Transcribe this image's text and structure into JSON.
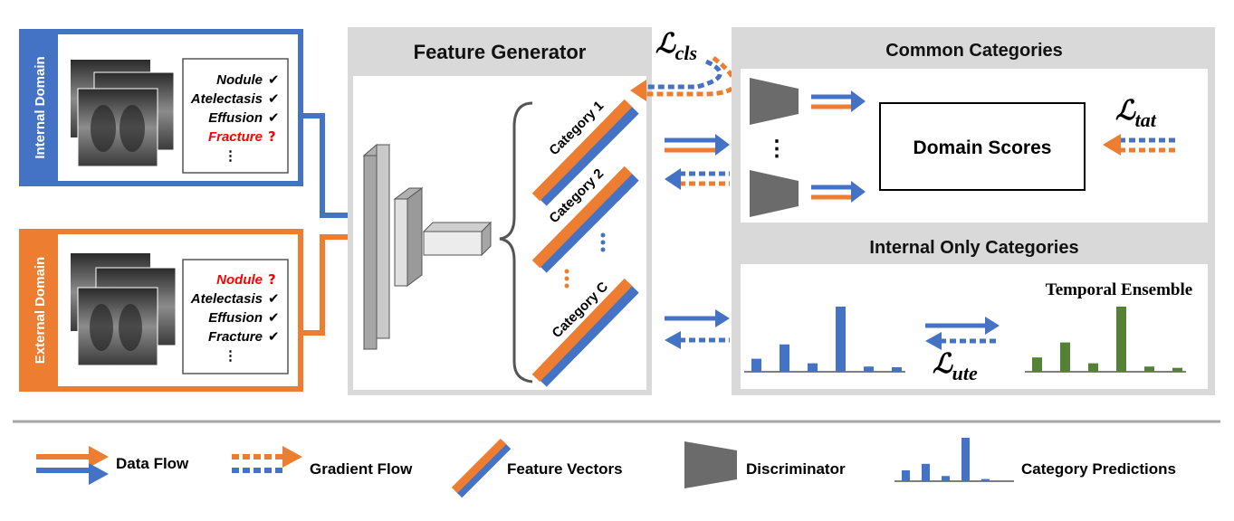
{
  "internal_domain": {
    "label": "Internal Domain",
    "labels": [
      {
        "text": "Nodule",
        "mark": "✔",
        "unknown": false
      },
      {
        "text": "Atelectasis",
        "mark": "✔",
        "unknown": false
      },
      {
        "text": "Effusion",
        "mark": "✔",
        "unknown": false
      },
      {
        "text": "Fracture",
        "mark": "?",
        "unknown": true
      },
      {
        "text": "⋮",
        "mark": "",
        "unknown": false
      }
    ]
  },
  "external_domain": {
    "label": "External Domain",
    "labels": [
      {
        "text": "Nodule",
        "mark": "?",
        "unknown": true
      },
      {
        "text": "Atelectasis",
        "mark": "✔",
        "unknown": false
      },
      {
        "text": "Effusion",
        "mark": "✔",
        "unknown": false
      },
      {
        "text": "Fracture",
        "mark": "✔",
        "unknown": false
      },
      {
        "text": "⋮",
        "mark": "",
        "unknown": false
      }
    ]
  },
  "feature_generator": {
    "title": "Feature Generator",
    "categories": [
      "Category 1",
      "Category 2",
      "Category C"
    ]
  },
  "common": {
    "title": "Common Categories",
    "domain_scores": "Domain Scores",
    "vdots": "⋮"
  },
  "internal_only": {
    "title": "Internal Only Categories",
    "ensemble_label": "Temporal Ensemble",
    "predictions": [
      0.2,
      0.42,
      0.13,
      1.0,
      0.08,
      0.07
    ],
    "ensemble": [
      0.22,
      0.45,
      0.13,
      1.0,
      0.08,
      0.06
    ]
  },
  "losses": {
    "cls": {
      "base": "ℒ",
      "sub": "cls"
    },
    "tat": {
      "base": "ℒ",
      "sub": "tat"
    },
    "ute": {
      "base": "ℒ",
      "sub": "ute"
    }
  },
  "legend": {
    "data_flow": "Data Flow",
    "gradient_flow": "Gradient Flow",
    "feature_vectors": "Feature Vectors",
    "discriminator": "Discriminator",
    "category_predictions": "Category Predictions",
    "prediction_values": [
      0.25,
      0.4,
      0.12,
      1.0,
      0.05
    ]
  },
  "colors": {
    "blue": "#4472c4",
    "orange": "#ed7d31",
    "green": "#548235",
    "gray_panel": "#d9d9d9",
    "red_text": "#ff0000",
    "discriminator": "#6b6b6b"
  }
}
